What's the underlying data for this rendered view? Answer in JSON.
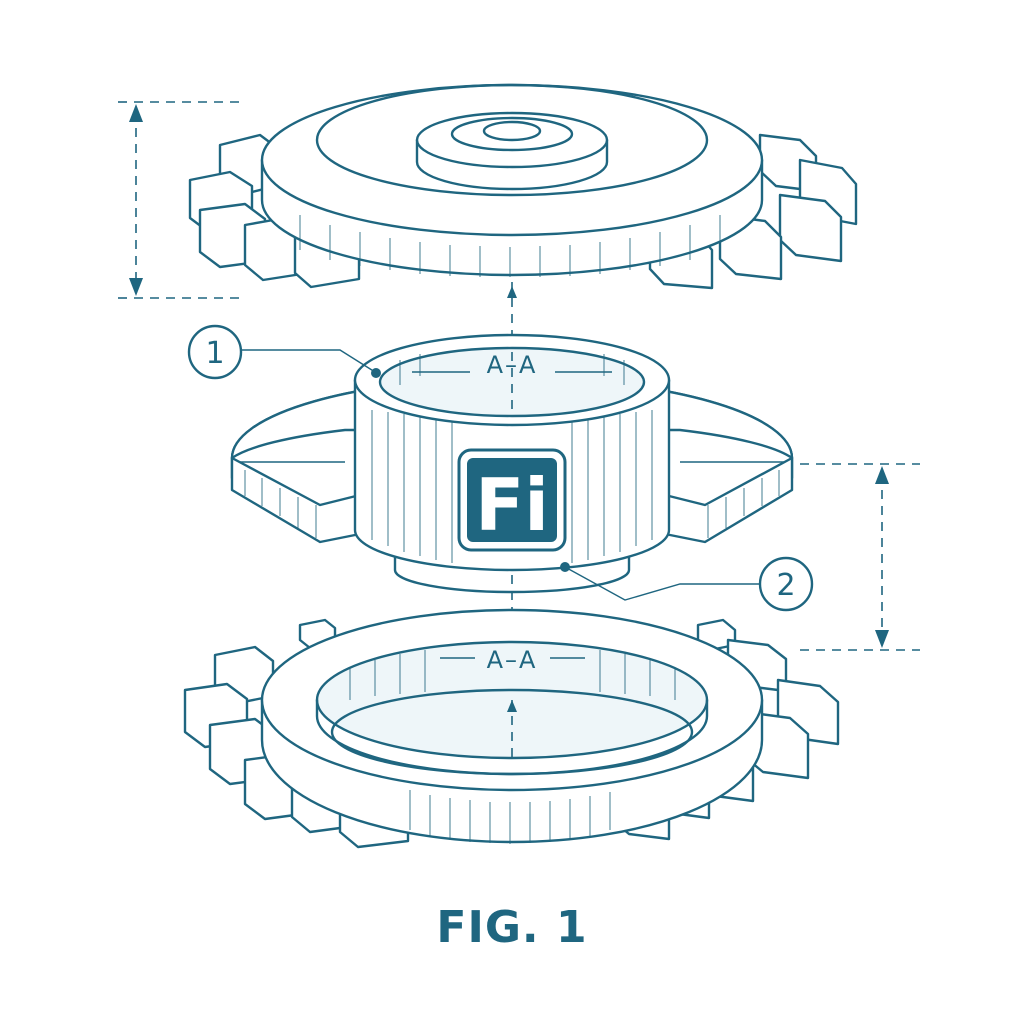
{
  "figure": {
    "caption": "FIG. 1",
    "callouts": [
      {
        "number": "1"
      },
      {
        "number": "2"
      }
    ],
    "section_marks": [
      "A–A",
      "A–A"
    ],
    "logo": {
      "text": "Fi"
    },
    "colors": {
      "ink": "#1f6680",
      "logo_fill": "#1f6680",
      "background": "#ffffff"
    }
  }
}
